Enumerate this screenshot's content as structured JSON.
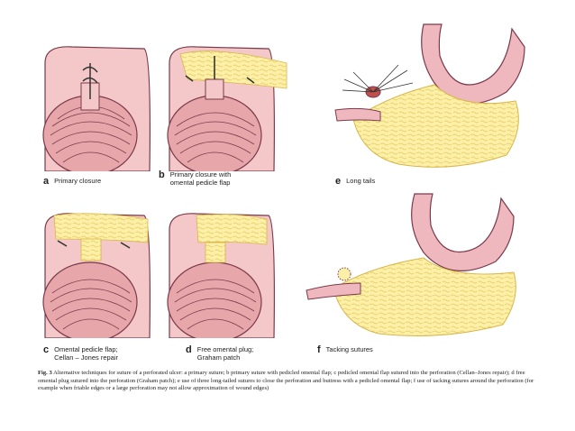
{
  "panels": [
    {
      "letter": "a",
      "line1": "Primary closure",
      "line2": ""
    },
    {
      "letter": "b",
      "line1": "Primary closure with",
      "line2": "omental pedicle flap"
    },
    {
      "letter": "c",
      "line1": "Omental pedicle flap;",
      "line2": "Cellan – Jones repair"
    },
    {
      "letter": "d",
      "line1": "Free omental plug;",
      "line2": "Graham patch"
    },
    {
      "letter": "e",
      "line1": "Long tails",
      "line2": ""
    },
    {
      "letter": "f",
      "line1": "Tacking sutures",
      "line2": ""
    }
  ],
  "caption": {
    "figure_number": "Fig. 3",
    "text": "Alternative techniques for suture of a perforated ulcer: a primary suture; b primary suture with pedicled omental flap; c pedicled omental flap sutured into the perforation (Cellan–Jones repair); d free omental plug sutured into the perforation (Graham patch); e use of three long-tailed sutures to close the perforation and buttress with a pedicled omental flap; f use of tacking sutures around the perforation (for example when friable edges or a large perforation may not allow approximation of wound edges)"
  },
  "colors": {
    "tissue_pink": "#f4c8c8",
    "lumen_pink": "#e7a6aa",
    "outline": "#7a3a4a",
    "omentum_yellow": "#fcf0a8",
    "stomach_pink": "#efb8bf"
  }
}
